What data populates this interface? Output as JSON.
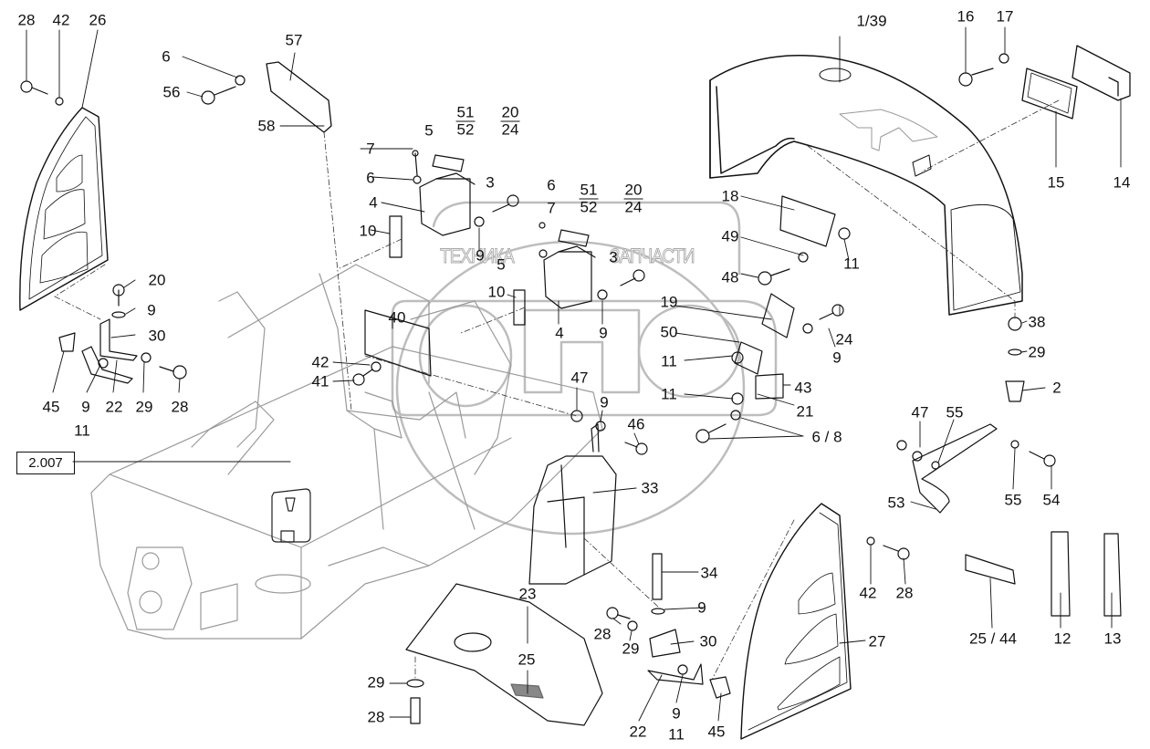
{
  "diagram": {
    "type": "exploded-parts-diagram",
    "subject": "Excavator upper frame covers, hoods and mounting hardware",
    "reference_box": "2.007",
    "watermark": {
      "text_left": "ТЕХНИКА",
      "text_right": "ЗАПЧАСТИ",
      "logo": "эпф"
    },
    "colors": {
      "line": "#111111",
      "frame_line": "#9a9a9a",
      "watermark": "#a8a8a8",
      "background": "#ffffff"
    },
    "labels": {
      "l28a": "28",
      "l42a": "42",
      "l26": "26",
      "l6a": "6",
      "l57": "57",
      "l56": "56",
      "l58": "58",
      "l7a": "7",
      "l6b": "6",
      "l4a": "4",
      "l10a": "10",
      "l5a": "5",
      "l3a": "3",
      "l9a": "9",
      "l6c": "6",
      "l7b": "7",
      "l5b": "5",
      "l3b": "3",
      "l10b": "10",
      "l4b": "4",
      "l9b": "9",
      "l1_39": "1/39",
      "l16": "16",
      "l17": "17",
      "l15": "15",
      "l14": "14",
      "l18": "18",
      "l49": "49",
      "l11a": "11",
      "l48": "48",
      "l19": "19",
      "l50": "50",
      "l11b": "11",
      "l11c": "11",
      "l24": "24",
      "l9c": "9",
      "l43": "43",
      "l21": "21",
      "l6_8": "6 / 8",
      "l38": "38",
      "l29a": "29",
      "l2": "2",
      "l20": "20",
      "l9d": "9",
      "l30a": "30",
      "l45a": "45",
      "l9e": "9",
      "l22a": "22",
      "l29b": "29",
      "l28b": "28",
      "l11d": "11",
      "l40": "40",
      "l42b": "42",
      "l41": "41",
      "l47a": "47",
      "l9f": "9",
      "l46": "46",
      "l33": "33",
      "l47b": "47",
      "l55a": "55",
      "l55b": "55",
      "l54": "54",
      "l53": "53",
      "l42c": "42",
      "l28c": "28",
      "l27": "27",
      "l25_44": "25 / 44",
      "l12": "12",
      "l13": "13",
      "l23": "23",
      "l25": "25",
      "l34": "34",
      "l9g": "9",
      "l28d": "28",
      "l29c": "29",
      "l30b": "30",
      "l29d": "29",
      "l28e": "28",
      "l22b": "22",
      "l9h": "9",
      "l11e": "11",
      "l45b": "45"
    },
    "fractions": {
      "f1": {
        "num": "51",
        "den": "52"
      },
      "f2": {
        "num": "20",
        "den": "24"
      },
      "f3": {
        "num": "51",
        "den": "52"
      },
      "f4": {
        "num": "20",
        "den": "24"
      }
    }
  }
}
